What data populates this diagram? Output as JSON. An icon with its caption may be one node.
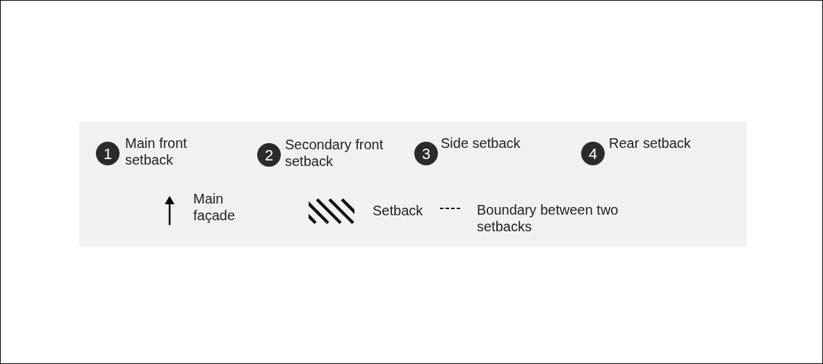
{
  "diagram": {
    "nodes": [
      {
        "text": [
          "1"
        ],
        "beside": [
          "Main front setback"
        ]
      },
      {
        "text": [
          "2"
        ],
        "beside": [
          "Secondary front setback"
        ]
      },
      {
        "text": [
          "3"
        ],
        "beside": [
          "Side setback"
        ]
      },
      {
        "text": [
          "4"
        ],
        "beside": [
          "Rear setback"
        ]
      }
    ],
    "legend": [
      {
        "text": "Main façade"
      },
      {
        "text": "Setback"
      },
      {
        "text": "Boundary between two setbacks"
      }
    ]
  }
}
